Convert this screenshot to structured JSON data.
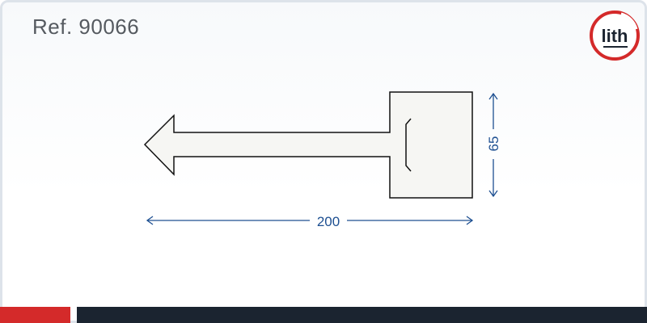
{
  "header": {
    "ref_label": "Ref. 90066"
  },
  "logo": {
    "text": "lith",
    "ring_color": "#d42a2a",
    "text_color": "#1b2430"
  },
  "drawing": {
    "shape": "arrow-tag",
    "fill_color": "#f6f6f3",
    "stroke_color": "#111111",
    "dimension_color": "#1d4f91",
    "width_label": "200",
    "height_label": "65"
  },
  "footer": {
    "accent_color": "#d42a2a",
    "bar_color": "#1b2430"
  }
}
